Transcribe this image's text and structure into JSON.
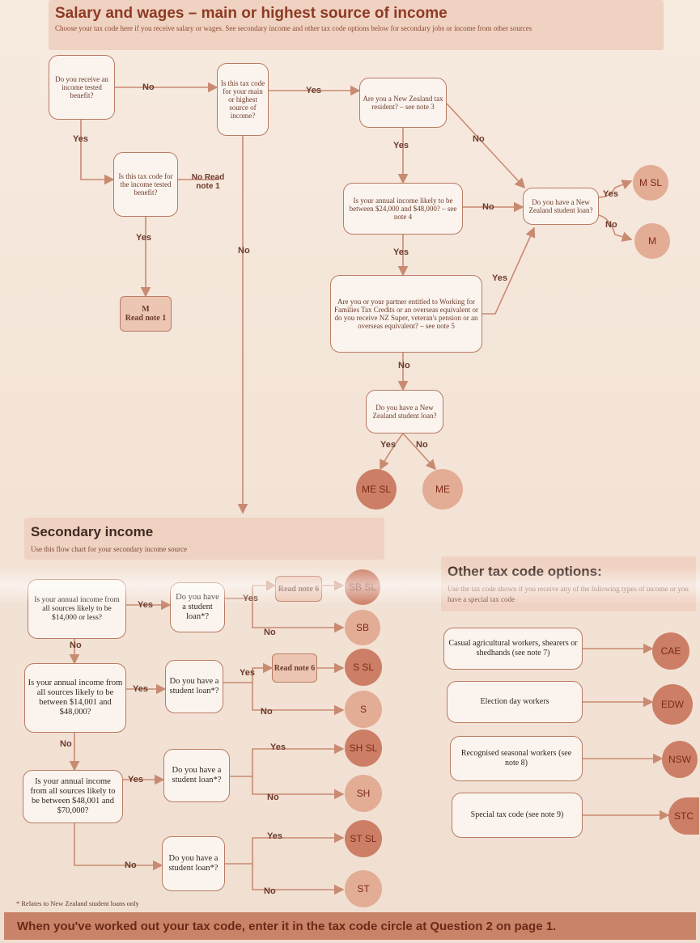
{
  "main": {
    "title": "Salary and wages – main or highest source of income",
    "subtitle": "Choose your tax code here if you receive salary or wages. See secondary income and other tax code options below for secondary jobs or income from other sources",
    "boxes": {
      "benefit_q": "Do you receive an income tested benefit?",
      "main_source_q": "Is this tax code for your main or highest source of income?",
      "nz_resident_q": "Are you a New Zealand tax resident? – see note 3",
      "tested_benefit_q": "Is this tax code for the income tested benefit?",
      "income_range_q": "Is your annual income likely to be between $24,000 and $48,000? – see note 4",
      "student_loan_q": "Do you have a New Zealand student loan?",
      "wff_q": "Are you or your partner entitled to Working for Families Tax Credits or an overseas equivalent or do you receive NZ Super, veteran's pension or an overseas equivalent? – see note 5",
      "student_loan_q2": "Do you have a New Zealand student loan?",
      "m_read_note": "M",
      "m_read_note_sub": "Read note 1",
      "no_read_note": "No Read note 1"
    },
    "labels": {
      "no1": "No",
      "yes1": "Yes",
      "yes_left": "Yes",
      "no2": "No",
      "yes_mid": "Yes",
      "no_main": "No",
      "yes_income": "Yes",
      "no_income": "No",
      "yes_wff": "Yes",
      "yes_tested": "Yes",
      "no_wff": "No",
      "yes_loan2": "Yes",
      "no_loan2": "No",
      "yes_loan": "Yes",
      "no_loan": "No"
    },
    "circles": {
      "msl": "M SL",
      "m": "M",
      "mesl": "ME SL",
      "me": "ME"
    }
  },
  "secondary": {
    "title": "Secondary income",
    "subtitle": "Use this flow chart for your secondary income source",
    "q1": "Is your annual income from all sources likely to be $14,000 or less?",
    "q2": "Is your annual income from all sources likely to be between $14,001 and $48,000?",
    "q3": "Is your annual income from all sources likely to be between $48,001 and $70,000?",
    "loan_q": "Do you have a student loan*?",
    "read_note6": "Read note 6",
    "labels": {
      "yes": "Yes",
      "no": "No"
    },
    "circles": {
      "sbsl": "SB SL",
      "sb": "SB",
      "ssl": "S SL",
      "s": "S",
      "shsl": "SH SL",
      "sh": "SH",
      "stsl": "ST SL",
      "st": "ST"
    },
    "footnote": "* Relates to New Zealand student loans only"
  },
  "other": {
    "title": "Other tax code options:",
    "subtitle": "Use the tax code shown if you receive any of the following types of income or you have a special tax code",
    "items": [
      {
        "label": "Casual agricultural workers, shearers or shedhands (see note 7)",
        "code": "CAE"
      },
      {
        "label": "Election day workers",
        "code": "EDW"
      },
      {
        "label": "Recognised seasonal workers (see note 8)",
        "code": "NSW"
      },
      {
        "label": "Special tax code (see note 9)",
        "code": "STC"
      }
    ]
  },
  "footer": "When you've worked out your tax code, enter it in the tax code circle at Question 2 on page 1."
}
